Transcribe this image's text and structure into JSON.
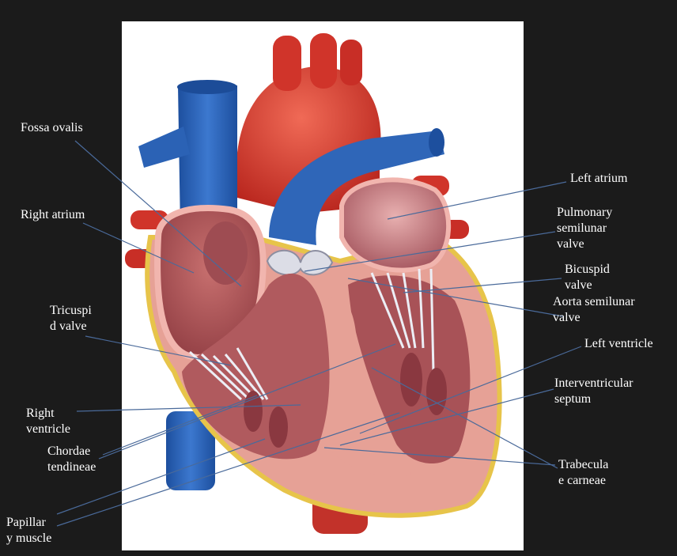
{
  "labels": {
    "fossa_ovalis": "Fossa ovalis",
    "right_atrium": "Right atrium",
    "tricuspid_valve": [
      "Tricuspi",
      "d valve"
    ],
    "right_ventricle": [
      "Right",
      "ventricle"
    ],
    "chordae_tendineae": [
      "Chordae",
      "tendineae"
    ],
    "papillary_muscle": [
      "Papillar",
      "y muscle"
    ],
    "left_atrium": "Left atrium",
    "pulmonary_semilunar_valve": [
      "Pulmonary",
      "semilunar",
      "valve"
    ],
    "bicuspid_valve": [
      "Bicuspid",
      "valve"
    ],
    "aorta_semilunar_valve": [
      "Aorta semilunar",
      "valve"
    ],
    "left_ventricle": "Left ventricle",
    "interventricular_septum": [
      "Interventricular",
      "septum"
    ],
    "trabeculae_carneae": [
      "Trabecula",
      "e carneae"
    ]
  },
  "colors": {
    "background": "#1b1b1b",
    "panel": "#ffffff",
    "leader_line": "#4a6a9a",
    "vein_blue": "#2f66b8",
    "artery_red": "#d23a2e",
    "myocardium": "#e9a398",
    "chamber": "#b5575a",
    "valve": "#dcdde6",
    "fat_yellow": "#e7c44a"
  }
}
